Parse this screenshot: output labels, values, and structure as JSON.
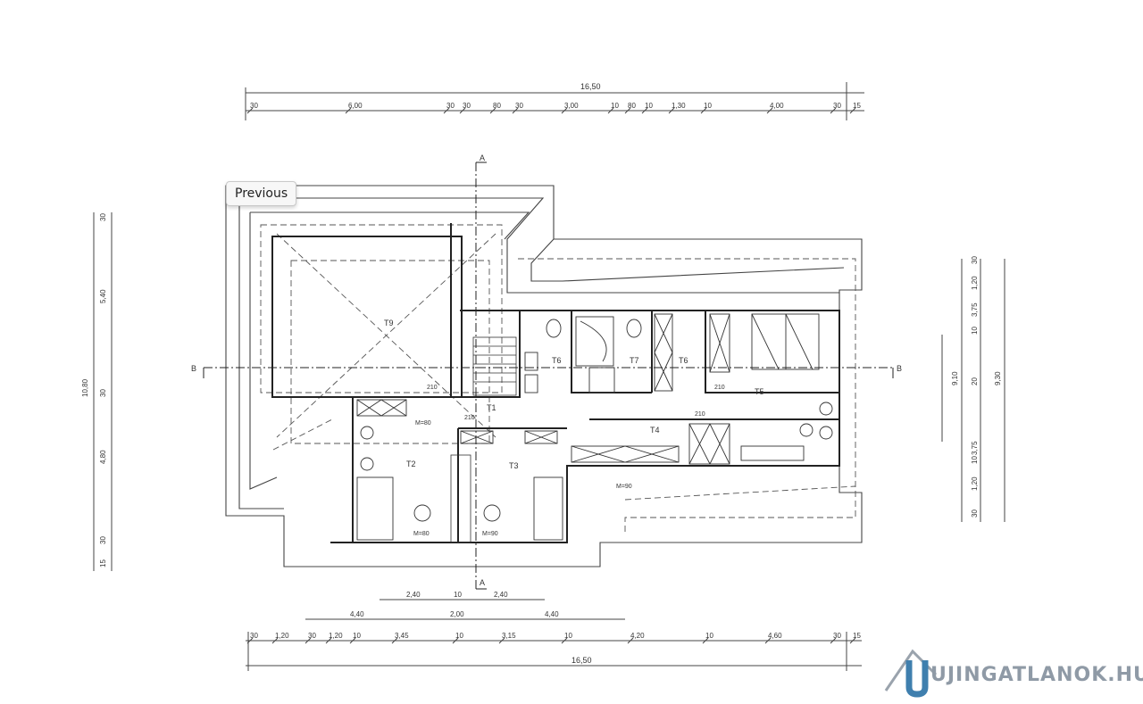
{
  "tooltip": {
    "label": "Previous"
  },
  "rooms": {
    "t1": "T1",
    "t2": "T2",
    "t3": "T3",
    "t4": "T4",
    "t5": "T5",
    "t6": "T6",
    "t6b": "T6",
    "t7": "T7",
    "t9": "T9"
  },
  "dims": {
    "top_total": "16,50",
    "top": [
      "30",
      "6,00",
      "30",
      "30",
      "80",
      "30",
      "3,00",
      "10",
      "80",
      "10",
      "1,30",
      "10",
      "4,00",
      "30",
      "15"
    ],
    "bottom_total": "16,50",
    "bottom_a": [
      "2,40",
      "10",
      "2,40"
    ],
    "bottom_b": [
      "4,40",
      "2,00",
      "4,40"
    ],
    "bottom_c": [
      "30",
      "1,20",
      "30",
      "1,20",
      "10",
      "3,45",
      "10",
      "3,15",
      "10",
      "4,20",
      "10",
      "4,60",
      "30",
      "15"
    ],
    "left": [
      "30",
      "5,40",
      "10,80",
      "30",
      "4,80",
      "30",
      "15"
    ],
    "right": [
      "30",
      "1,20",
      "3,75",
      "10",
      "9,10",
      "20",
      "9,30",
      "3,75",
      "10",
      "1,20",
      "30"
    ],
    "labels": [
      "M=80",
      "M=90",
      "M=90",
      "M=80",
      "210",
      "210",
      "210",
      "210"
    ]
  },
  "section_marks": {
    "a_top": "A",
    "a_bottom": "A",
    "b_left": "B",
    "b_right": "B"
  },
  "watermark": {
    "text": "UJINGATLANOK.HU",
    "icon": "house-logo-icon"
  }
}
